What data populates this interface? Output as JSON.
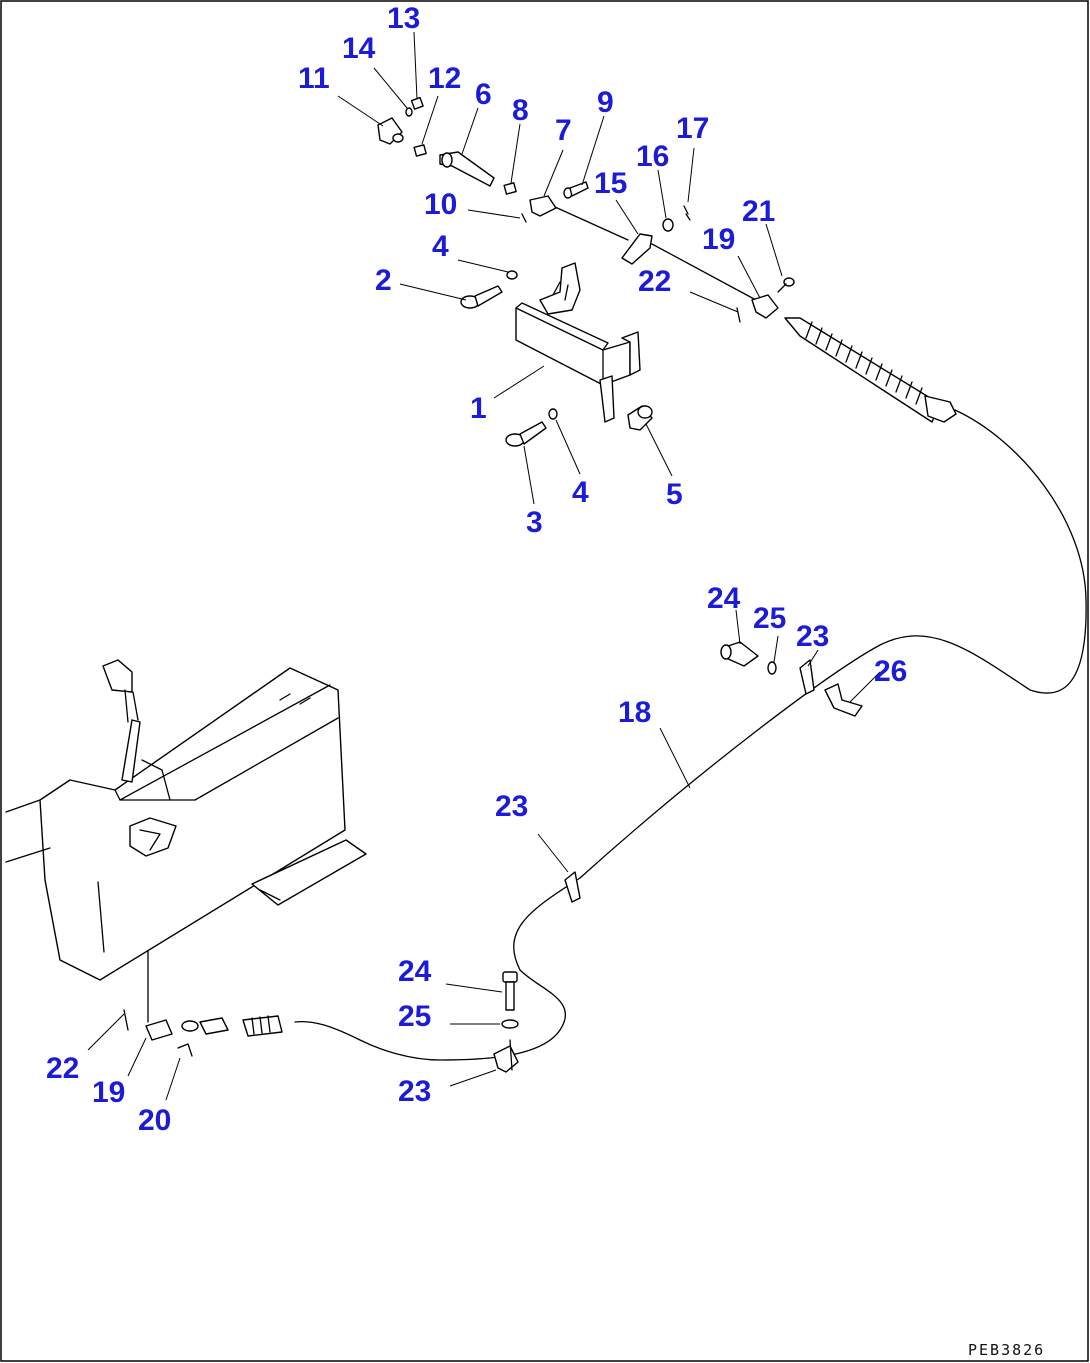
{
  "reference_code": "PEB3826",
  "callouts": {
    "c13": "13",
    "c14": "14",
    "c11": "11",
    "c12": "12",
    "c6": "6",
    "c8": "8",
    "c7": "7",
    "c9": "9",
    "c17": "17",
    "c16": "16",
    "c15": "15",
    "c10": "10",
    "c21": "21",
    "c19a": "19",
    "c4a": "4",
    "c2": "2",
    "c22a": "22",
    "c1": "1",
    "c4b": "4",
    "c5": "5",
    "c3": "3",
    "c24a": "24",
    "c25a": "25",
    "c23a": "23",
    "c26": "26",
    "c18": "18",
    "c23b": "23",
    "c24b": "24",
    "c25b": "25",
    "c23c": "23",
    "c22b": "22",
    "c19b": "19",
    "c20": "20"
  }
}
